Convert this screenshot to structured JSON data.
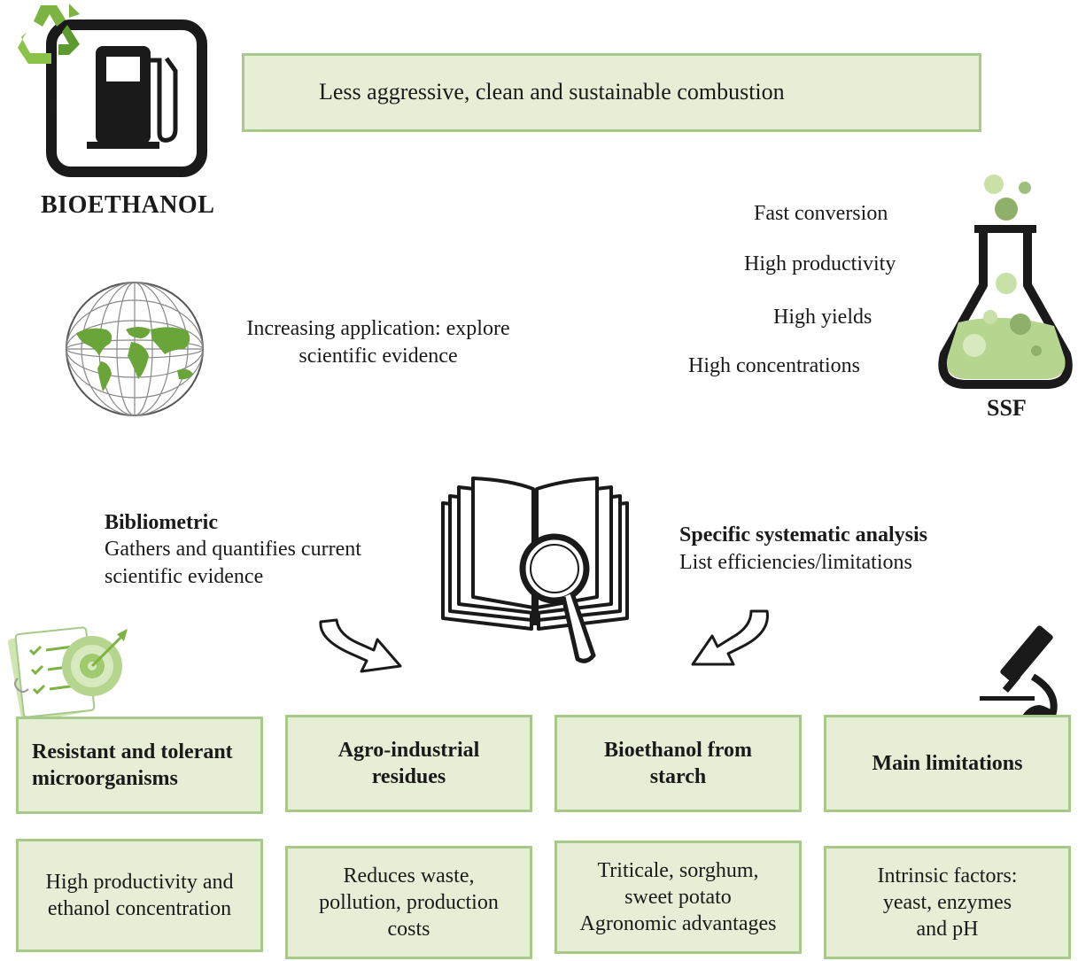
{
  "header": {
    "banner": "Less aggressive, clean and sustainable combustion",
    "pump_label": "BIOETHANOL"
  },
  "globe_section": {
    "text": "Increasing application: explore\nscientific evidence"
  },
  "ssf_section": {
    "benefits": [
      "Fast conversion",
      "High productivity",
      "High yields",
      "High concentrations"
    ],
    "label": "SSF"
  },
  "analysis": {
    "bibliometric_title": "Bibliometric",
    "bibliometric_text": "Gathers and quantifies current\nscientific evidence",
    "systematic_title": "Specific systematic analysis",
    "systematic_text": "List efficiencies/limitations"
  },
  "categories": [
    {
      "title": "Resistant and tolerant\nmicroorganisms",
      "description": "High productivity and\nethanol concentration"
    },
    {
      "title": "Agro-industrial\nresidues",
      "description": "Reduces waste,\npollution, production\ncosts"
    },
    {
      "title": "Bioethanol from\nstarch",
      "description": "Triticale, sorghum,\nsweet potato\nAgronomic advantages"
    },
    {
      "title": "Main limitations",
      "description": "Intrinsic factors:\nyeast, enzymes\nand pH"
    }
  ],
  "colors": {
    "box_fill": "#e6efd6",
    "box_border": "#a7c98a",
    "accent_green": "#7cb342",
    "icon_dark": "#1a1a1a"
  },
  "icons": [
    "recycle-icon",
    "fuel-pump-icon",
    "globe-icon",
    "flask-icon",
    "book-magnifier-icon",
    "curved-arrow-icon",
    "checklist-target-icon",
    "microscope-icon"
  ]
}
